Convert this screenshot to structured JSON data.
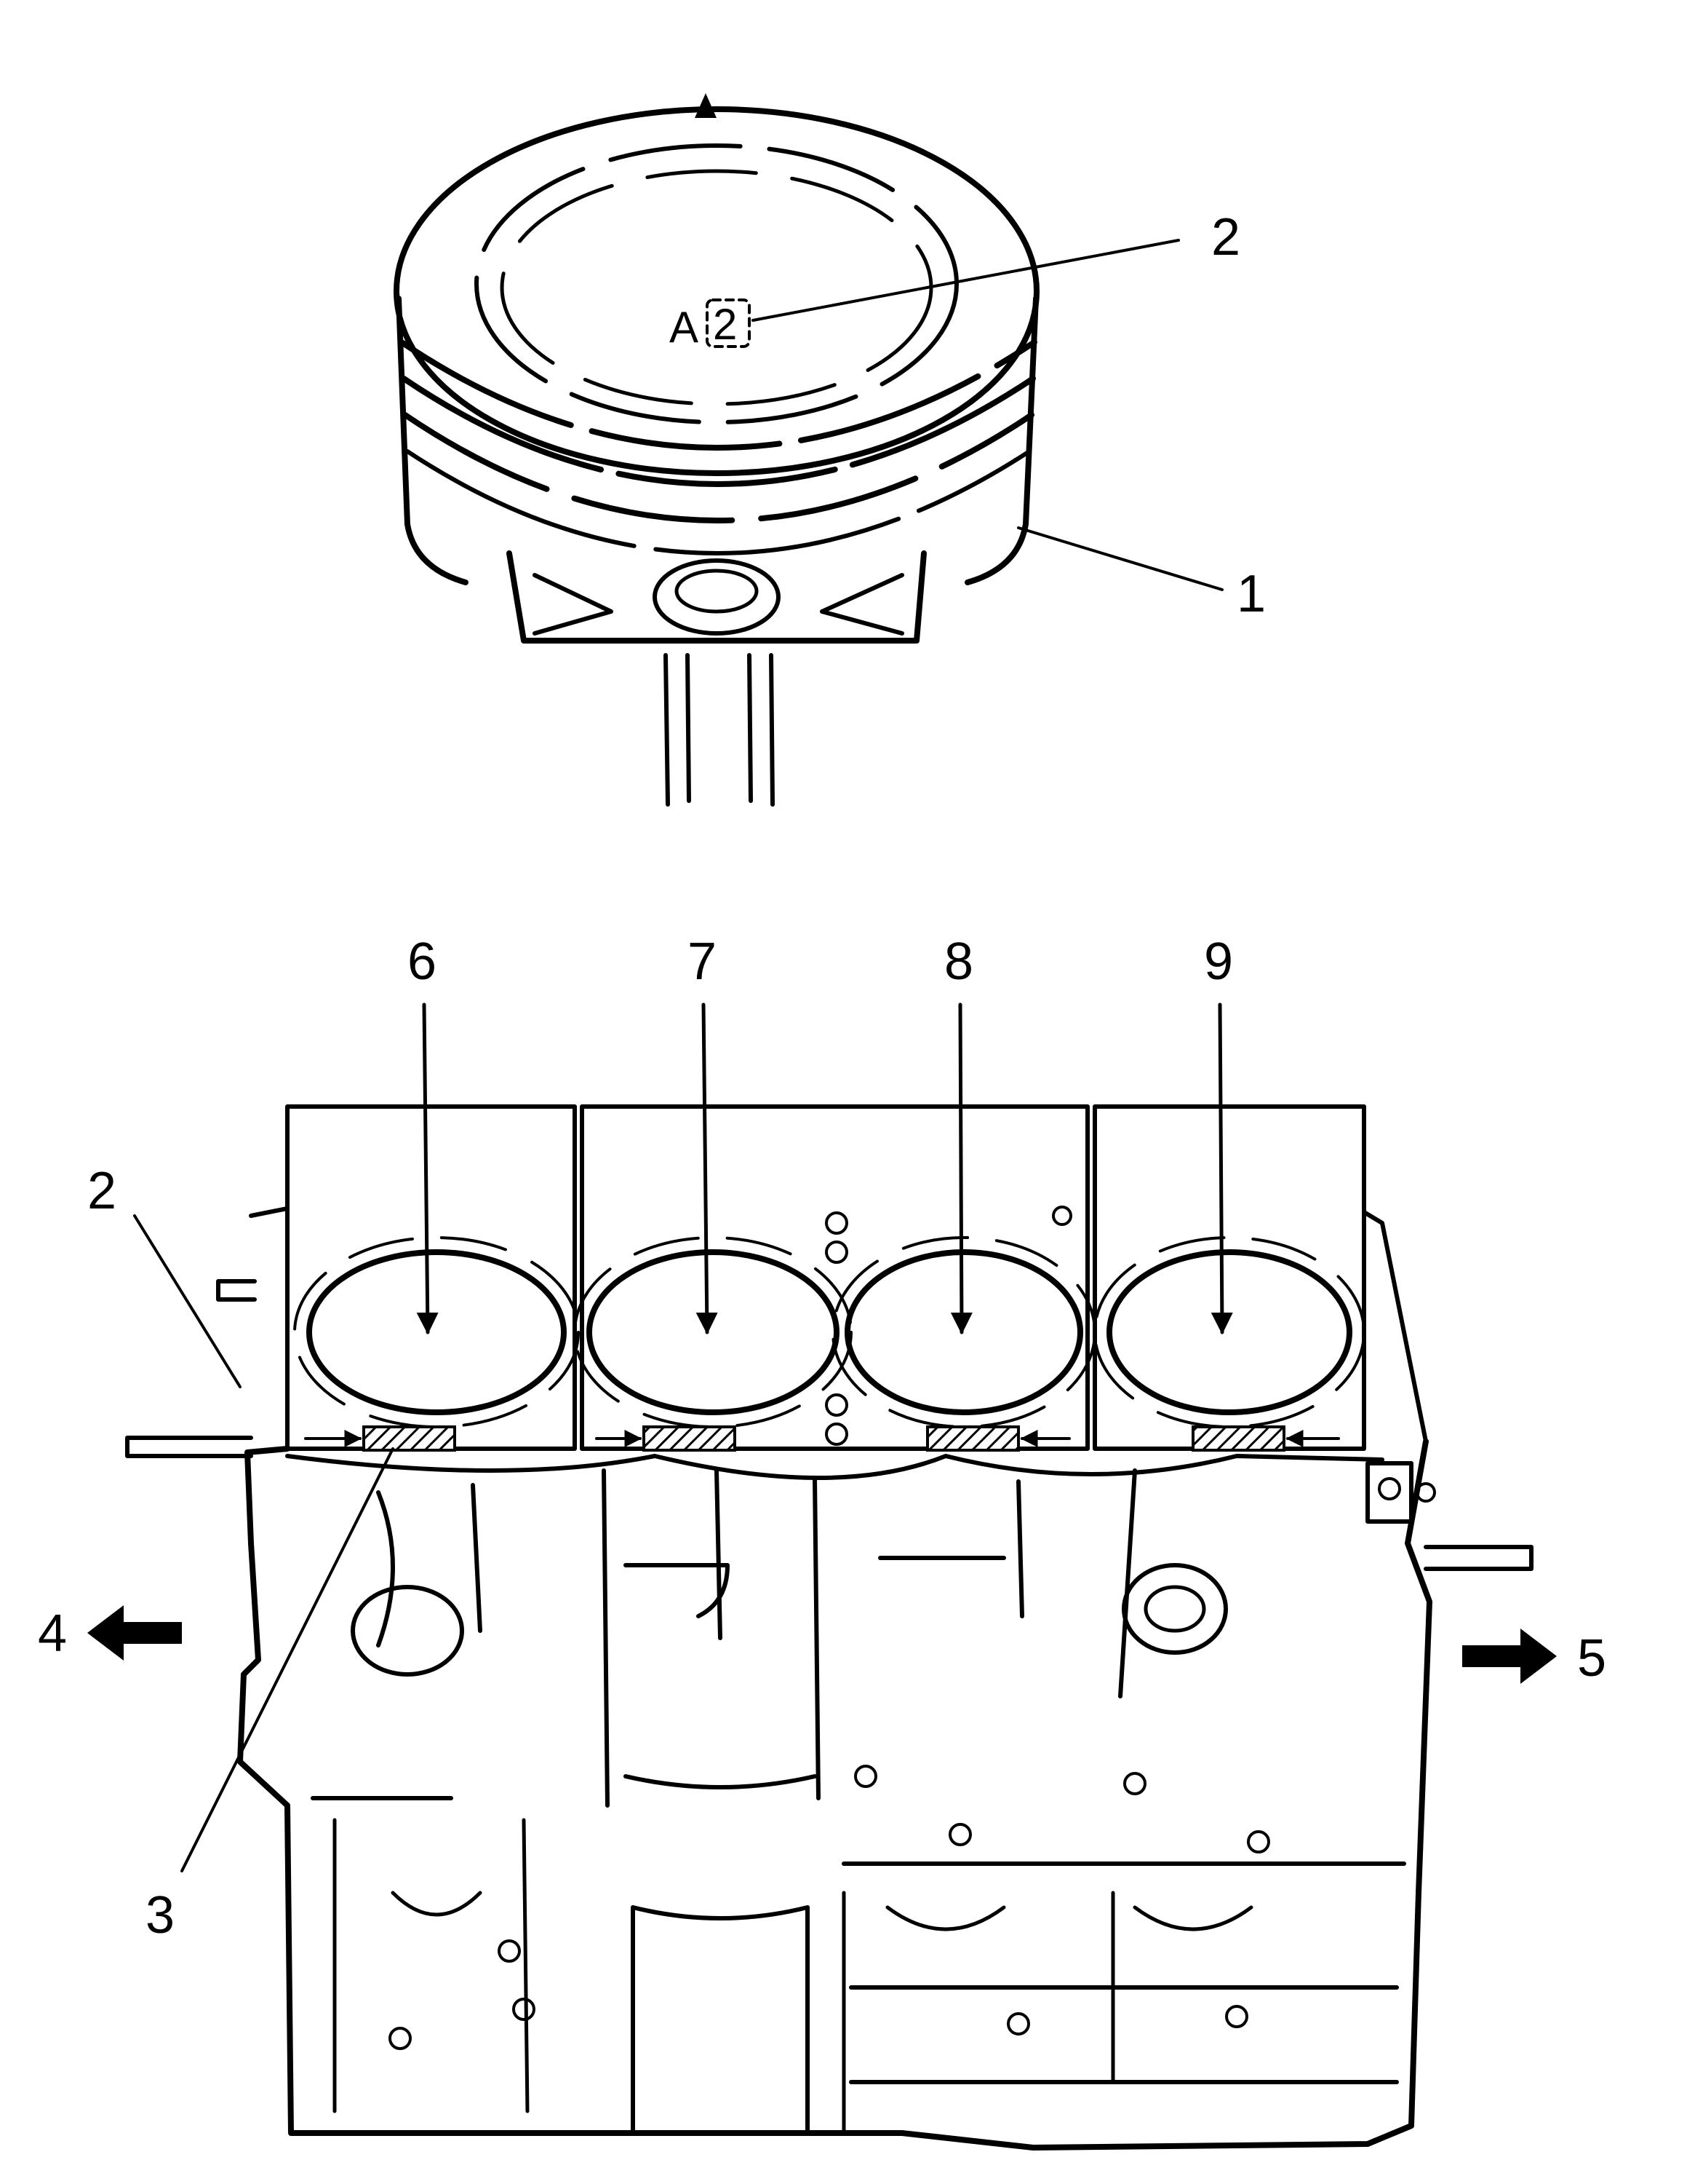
{
  "piston": {
    "marking_letter": "A",
    "marking_number": "2",
    "callouts": [
      "1",
      "2"
    ]
  },
  "block": {
    "callouts": [
      "2",
      "3",
      "4",
      "5"
    ],
    "bore_callouts": [
      "6",
      "7",
      "8",
      "9"
    ]
  },
  "colors": {
    "line": "#000000",
    "background": "#ffffff"
  }
}
